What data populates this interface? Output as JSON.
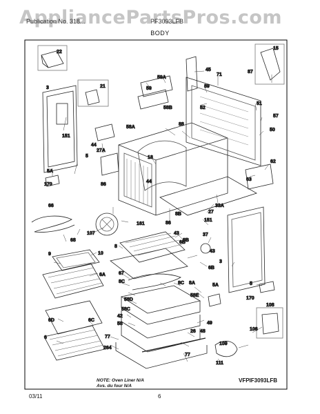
{
  "watermark": "AppliancePartsPros.com",
  "header": {
    "left": "Publication No. 318...",
    "right": "PF3093LFB"
  },
  "title": "BODY",
  "callouts": [
    "22",
    "3",
    "21",
    "151",
    "5A",
    "170",
    "5",
    "44",
    "27A",
    "86",
    "18",
    "44",
    "58A",
    "88",
    "58B",
    "52",
    "59",
    "59A",
    "45",
    "71",
    "89",
    "87",
    "15",
    "51",
    "57",
    "50",
    "63",
    "62",
    "27",
    "33A",
    "86",
    "8B",
    "8B",
    "43",
    "6B",
    "37",
    "43",
    "6B",
    "151",
    "3",
    "5",
    "170",
    "5A",
    "58E",
    "8",
    "6A",
    "9",
    "10",
    "66",
    "68",
    "107",
    "161",
    "67",
    "8C",
    "8C",
    "8A",
    "6D",
    "6C",
    "58D",
    "58C",
    "42",
    "58",
    "77",
    "264",
    "26",
    "48",
    "49",
    "108",
    "106",
    "109",
    "111",
    "77",
    "6"
  ],
  "note": {
    "line1": "NOTE: Oven Liner N/A",
    "line2": "Avs. du four N/A"
  },
  "drawing_code": "VFPIF3093LFB",
  "footer": {
    "date": "03/11",
    "page": "6"
  }
}
